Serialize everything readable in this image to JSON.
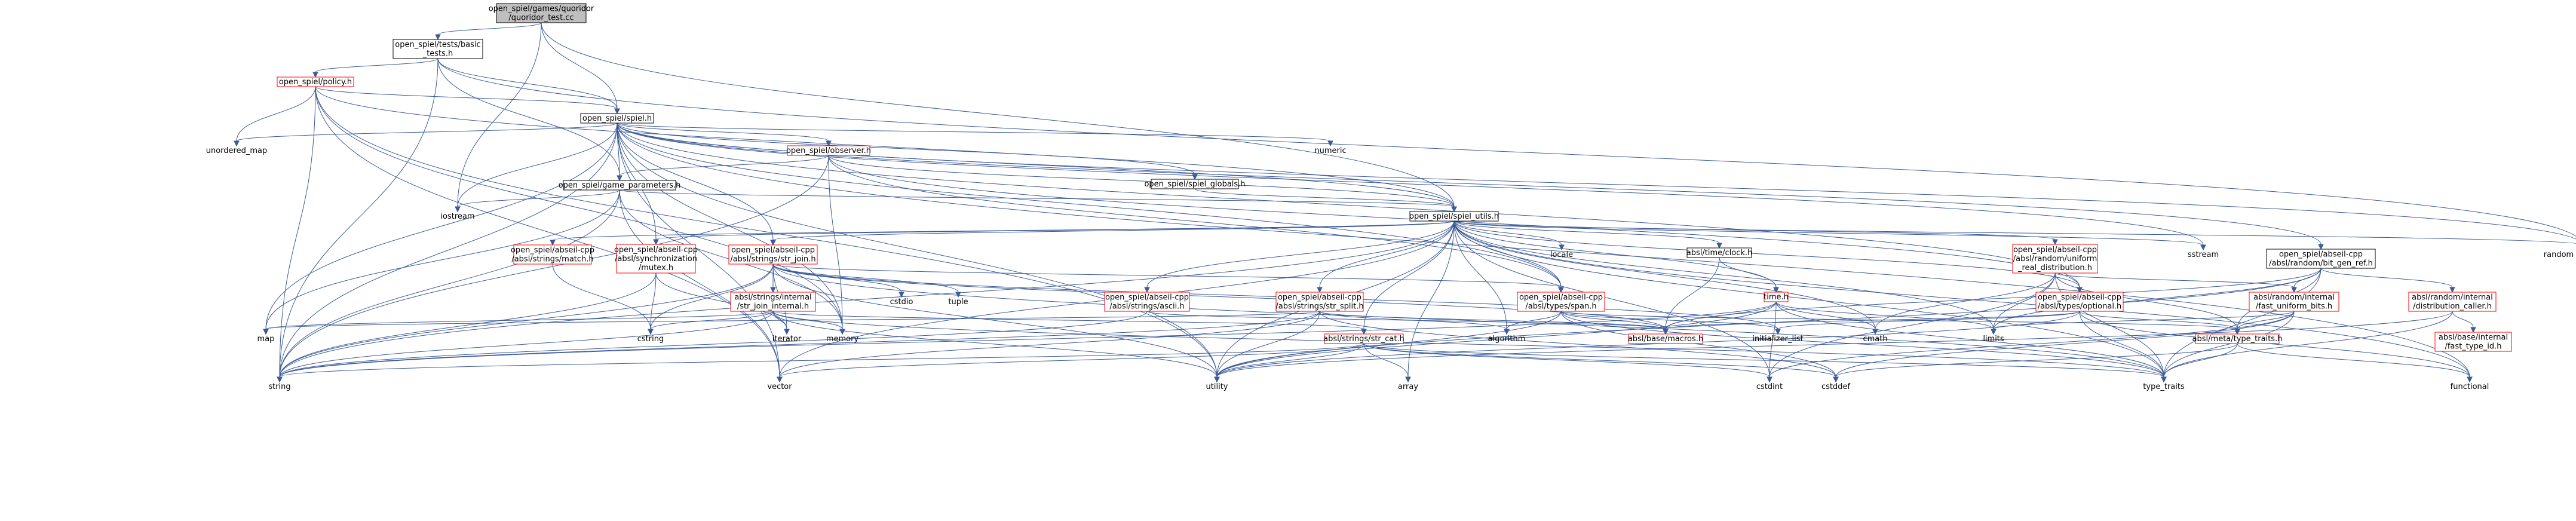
{
  "colors": {
    "edge": "#3d5a99",
    "root_fill": "#bfbfbf",
    "box_stroke_plain": "#000000",
    "box_stroke_incomplete": "#ff0000",
    "box_fill": "#ffffff"
  },
  "nodes": [
    {
      "id": "root",
      "style": "root",
      "lines": [
        "open_spiel/games/quoridor",
        "/quoridor_test.cc"
      ]
    },
    {
      "id": "basic_tests",
      "style": "plain",
      "lines": [
        "open_spiel/tests/basic",
        "_tests.h"
      ]
    },
    {
      "id": "policy",
      "style": "red",
      "lines": [
        "open_spiel/policy.h"
      ]
    },
    {
      "id": "spiel",
      "style": "plain",
      "lines": [
        "open_spiel/spiel.h"
      ]
    },
    {
      "id": "observer",
      "style": "red",
      "lines": [
        "open_spiel/observer.h"
      ]
    },
    {
      "id": "game_parameters",
      "style": "plain",
      "lines": [
        "open_spiel/game_parameters.h"
      ]
    },
    {
      "id": "spiel_globals",
      "style": "plain",
      "lines": [
        "open_spiel/spiel_globals.h"
      ]
    },
    {
      "id": "spiel_utils",
      "style": "plain",
      "lines": [
        "open_spiel/spiel_utils.h"
      ]
    },
    {
      "id": "bit_gen_ref",
      "style": "plain",
      "lines": [
        "open_spiel/abseil-cpp",
        "/absl/random/bit_gen_ref.h"
      ]
    },
    {
      "id": "strings_match",
      "style": "red",
      "lines": [
        "open_spiel/abseil-cpp",
        "/absl/strings/match.h"
      ]
    },
    {
      "id": "sync_mutex",
      "style": "red",
      "lines": [
        "open_spiel/abseil-cpp",
        "/absl/synchronization",
        "/mutex.h"
      ]
    },
    {
      "id": "str_join",
      "style": "red",
      "lines": [
        "open_spiel/abseil-cpp",
        "/absl/strings/str_join.h"
      ]
    },
    {
      "id": "time_clock",
      "style": "plain",
      "lines": [
        "absl/time/clock.h"
      ]
    },
    {
      "id": "uniform_real",
      "style": "red",
      "lines": [
        "open_spiel/abseil-cpp",
        "/absl/random/uniform",
        "_real_distribution.h"
      ]
    },
    {
      "id": "str_join_internal",
      "style": "red",
      "lines": [
        "absl/strings/internal",
        "/str_join_internal.h"
      ]
    },
    {
      "id": "strings_ascii",
      "style": "red",
      "lines": [
        "open_spiel/abseil-cpp",
        "/absl/strings/ascii.h"
      ]
    },
    {
      "id": "str_split",
      "style": "red",
      "lines": [
        "open_spiel/abseil-cpp",
        "/absl/strings/str_split.h"
      ]
    },
    {
      "id": "span",
      "style": "red",
      "lines": [
        "open_spiel/abseil-cpp",
        "/absl/types/span.h"
      ]
    },
    {
      "id": "time_h",
      "style": "red",
      "lines": [
        "time.h"
      ]
    },
    {
      "id": "optional",
      "style": "red",
      "lines": [
        "open_spiel/abseil-cpp",
        "/absl/types/optional.h"
      ]
    },
    {
      "id": "fast_uniform_bits",
      "style": "red",
      "lines": [
        "absl/random/internal",
        "/fast_uniform_bits.h"
      ]
    },
    {
      "id": "distribution_caller",
      "style": "red",
      "lines": [
        "absl/random/internal",
        "/distribution_caller.h"
      ]
    },
    {
      "id": "str_cat",
      "style": "red",
      "lines": [
        "absl/strings/str_cat.h"
      ]
    },
    {
      "id": "macros",
      "style": "red",
      "lines": [
        "absl/base/macros.h"
      ]
    },
    {
      "id": "type_traits_meta",
      "style": "red",
      "lines": [
        "absl/meta/type_traits.h"
      ]
    },
    {
      "id": "fast_type_id",
      "style": "red",
      "lines": [
        "absl/base/internal",
        "/fast_type_id.h"
      ]
    },
    {
      "id": "unordered_map",
      "style": "none",
      "lines": [
        "unordered_map"
      ]
    },
    {
      "id": "numeric",
      "style": "none",
      "lines": [
        "numeric"
      ]
    },
    {
      "id": "iostream",
      "style": "none",
      "lines": [
        "iostream"
      ]
    },
    {
      "id": "locale",
      "style": "none",
      "lines": [
        "locale"
      ]
    },
    {
      "id": "sstream",
      "style": "none",
      "lines": [
        "sstream"
      ]
    },
    {
      "id": "random",
      "style": "none",
      "lines": [
        "random"
      ]
    },
    {
      "id": "cstdio",
      "style": "none",
      "lines": [
        "cstdio"
      ]
    },
    {
      "id": "tuple",
      "style": "none",
      "lines": [
        "tuple"
      ]
    },
    {
      "id": "map",
      "style": "none",
      "lines": [
        "map"
      ]
    },
    {
      "id": "cstring",
      "style": "none",
      "lines": [
        "cstring"
      ]
    },
    {
      "id": "iterator",
      "style": "none",
      "lines": [
        "iterator"
      ]
    },
    {
      "id": "memory",
      "style": "none",
      "lines": [
        "memory"
      ]
    },
    {
      "id": "algorithm",
      "style": "none",
      "lines": [
        "algorithm"
      ]
    },
    {
      "id": "initializer_list",
      "style": "none",
      "lines": [
        "initializer_list"
      ]
    },
    {
      "id": "cmath",
      "style": "none",
      "lines": [
        "cmath"
      ]
    },
    {
      "id": "limits",
      "style": "none",
      "lines": [
        "limits"
      ]
    },
    {
      "id": "string",
      "style": "none",
      "lines": [
        "string"
      ]
    },
    {
      "id": "vector",
      "style": "none",
      "lines": [
        "vector"
      ]
    },
    {
      "id": "utility",
      "style": "none",
      "lines": [
        "utility"
      ]
    },
    {
      "id": "array",
      "style": "none",
      "lines": [
        "array"
      ]
    },
    {
      "id": "cstdint",
      "style": "none",
      "lines": [
        "cstdint"
      ]
    },
    {
      "id": "cstddef",
      "style": "none",
      "lines": [
        "cstddef"
      ]
    },
    {
      "id": "type_traits",
      "style": "none",
      "lines": [
        "type_traits"
      ]
    },
    {
      "id": "functional",
      "style": "none",
      "lines": [
        "functional"
      ]
    }
  ],
  "edges": [
    [
      "root",
      "basic_tests"
    ],
    [
      "root",
      "spiel"
    ],
    [
      "root",
      "spiel_utils"
    ],
    [
      "root",
      "iostream"
    ],
    [
      "basic_tests",
      "policy"
    ],
    [
      "basic_tests",
      "spiel"
    ],
    [
      "basic_tests",
      "string"
    ],
    [
      "basic_tests",
      "random"
    ],
    [
      "basic_tests",
      "game_parameters"
    ],
    [
      "policy",
      "spiel"
    ],
    [
      "policy",
      "spiel_utils"
    ],
    [
      "policy",
      "unordered_map"
    ],
    [
      "policy",
      "string"
    ],
    [
      "policy",
      "vector"
    ],
    [
      "policy",
      "memory"
    ],
    [
      "policy",
      "utility"
    ],
    [
      "spiel",
      "observer"
    ],
    [
      "spiel",
      "game_parameters"
    ],
    [
      "spiel",
      "spiel_globals"
    ],
    [
      "spiel",
      "spiel_utils"
    ],
    [
      "spiel",
      "bit_gen_ref"
    ],
    [
      "spiel",
      "sync_mutex"
    ],
    [
      "spiel",
      "str_join"
    ],
    [
      "spiel",
      "span"
    ],
    [
      "spiel",
      "optional"
    ],
    [
      "spiel",
      "unordered_map"
    ],
    [
      "spiel",
      "numeric"
    ],
    [
      "spiel",
      "iostream"
    ],
    [
      "spiel",
      "map"
    ],
    [
      "spiel",
      "memory"
    ],
    [
      "spiel",
      "random"
    ],
    [
      "spiel",
      "sstream"
    ],
    [
      "spiel",
      "string"
    ],
    [
      "spiel",
      "utility"
    ],
    [
      "spiel",
      "vector"
    ],
    [
      "spiel",
      "functional"
    ],
    [
      "observer",
      "game_parameters"
    ],
    [
      "observer",
      "spiel_utils"
    ],
    [
      "observer",
      "span"
    ],
    [
      "observer",
      "memory"
    ],
    [
      "observer",
      "string"
    ],
    [
      "observer",
      "optional"
    ],
    [
      "game_parameters",
      "spiel_utils"
    ],
    [
      "game_parameters",
      "iostream"
    ],
    [
      "game_parameters",
      "map"
    ],
    [
      "game_parameters",
      "string"
    ],
    [
      "game_parameters",
      "memory"
    ],
    [
      "game_parameters",
      "vector"
    ],
    [
      "spiel_globals",
      "spiel_utils"
    ],
    [
      "spiel_utils",
      "strings_match"
    ],
    [
      "spiel_utils",
      "sync_mutex"
    ],
    [
      "spiel_utils",
      "str_join"
    ],
    [
      "spiel_utils",
      "time_clock"
    ],
    [
      "spiel_utils",
      "uniform_real"
    ],
    [
      "spiel_utils",
      "strings_ascii"
    ],
    [
      "spiel_utils",
      "str_split"
    ],
    [
      "spiel_utils",
      "span"
    ],
    [
      "spiel_utils",
      "optional"
    ],
    [
      "spiel_utils",
      "str_cat"
    ],
    [
      "spiel_utils",
      "time_h"
    ],
    [
      "spiel_utils",
      "locale"
    ],
    [
      "spiel_utils",
      "sstream"
    ],
    [
      "spiel_utils",
      "random"
    ],
    [
      "spiel_utils",
      "algorithm"
    ],
    [
      "spiel_utils",
      "cmath"
    ],
    [
      "spiel_utils",
      "limits"
    ],
    [
      "spiel_utils",
      "string"
    ],
    [
      "spiel_utils",
      "vector"
    ],
    [
      "spiel_utils",
      "utility"
    ],
    [
      "spiel_utils",
      "array"
    ],
    [
      "spiel_utils",
      "cstdint"
    ],
    [
      "spiel_utils",
      "type_traits"
    ],
    [
      "spiel_utils",
      "functional"
    ],
    [
      "bit_gen_ref",
      "fast_uniform_bits"
    ],
    [
      "bit_gen_ref",
      "distribution_caller"
    ],
    [
      "bit_gen_ref",
      "type_traits_meta"
    ],
    [
      "bit_gen_ref",
      "macros"
    ],
    [
      "bit_gen_ref",
      "limits"
    ],
    [
      "bit_gen_ref",
      "type_traits"
    ],
    [
      "bit_gen_ref",
      "utility"
    ],
    [
      "strings_match",
      "cstring"
    ],
    [
      "sync_mutex",
      "iterator"
    ],
    [
      "sync_mutex",
      "string"
    ],
    [
      "sync_mutex",
      "cstring"
    ],
    [
      "str_join",
      "str_join_internal"
    ],
    [
      "str_join",
      "macros"
    ],
    [
      "str_join",
      "span"
    ],
    [
      "str_join",
      "cstdio"
    ],
    [
      "str_join",
      "tuple"
    ],
    [
      "str_join",
      "initializer_list"
    ],
    [
      "str_join",
      "iterator"
    ],
    [
      "str_join",
      "string"
    ],
    [
      "str_join",
      "type_traits"
    ],
    [
      "str_join",
      "utility"
    ],
    [
      "str_join",
      "cstring"
    ],
    [
      "time_clock",
      "time_h"
    ],
    [
      "time_clock",
      "macros"
    ],
    [
      "uniform_real",
      "fast_uniform_bits"
    ],
    [
      "uniform_real",
      "type_traits_meta"
    ],
    [
      "uniform_real",
      "cmath"
    ],
    [
      "uniform_real",
      "limits"
    ],
    [
      "uniform_real",
      "cstdint"
    ],
    [
      "uniform_real",
      "type_traits"
    ],
    [
      "str_join_internal",
      "str_cat"
    ],
    [
      "str_join_internal",
      "iterator"
    ],
    [
      "str_join_internal",
      "map"
    ],
    [
      "str_join_internal",
      "cstring"
    ],
    [
      "str_join_internal",
      "memory"
    ],
    [
      "str_join_internal",
      "string"
    ],
    [
      "str_join_internal",
      "type_traits"
    ],
    [
      "str_join_internal",
      "utility"
    ],
    [
      "strings_ascii",
      "string"
    ],
    [
      "strings_ascii",
      "macros"
    ],
    [
      "str_split",
      "algorithm"
    ],
    [
      "str_split",
      "cstddef"
    ],
    [
      "str_split",
      "map"
    ],
    [
      "str_split",
      "string"
    ],
    [
      "str_split",
      "utility"
    ],
    [
      "str_split",
      "vector"
    ],
    [
      "str_split",
      "macros"
    ],
    [
      "span",
      "macros"
    ],
    [
      "span",
      "type_traits_meta"
    ],
    [
      "span",
      "algorithm"
    ],
    [
      "span",
      "cstddef"
    ],
    [
      "span",
      "initializer_list"
    ],
    [
      "span",
      "type_traits"
    ],
    [
      "span",
      "utility"
    ],
    [
      "time_h",
      "macros"
    ],
    [
      "time_h",
      "cmath"
    ],
    [
      "time_h",
      "cstdint"
    ],
    [
      "time_h",
      "limits"
    ],
    [
      "time_h",
      "string"
    ],
    [
      "time_h",
      "utility"
    ],
    [
      "time_h",
      "type_traits"
    ],
    [
      "optional",
      "macros"
    ],
    [
      "optional",
      "type_traits_meta"
    ],
    [
      "optional",
      "utility"
    ],
    [
      "optional",
      "type_traits"
    ],
    [
      "optional",
      "initializer_list"
    ],
    [
      "optional",
      "functional"
    ],
    [
      "fast_uniform_bits",
      "type_traits_meta"
    ],
    [
      "fast_uniform_bits",
      "cstddef"
    ],
    [
      "fast_uniform_bits",
      "cstdint"
    ],
    [
      "fast_uniform_bits",
      "limits"
    ],
    [
      "fast_uniform_bits",
      "type_traits"
    ],
    [
      "distribution_caller",
      "fast_type_id"
    ],
    [
      "distribution_caller",
      "type_traits"
    ],
    [
      "distribution_caller",
      "utility"
    ],
    [
      "str_cat",
      "array"
    ],
    [
      "str_cat",
      "cstdint"
    ],
    [
      "str_cat",
      "string"
    ],
    [
      "str_cat",
      "type_traits"
    ],
    [
      "str_cat",
      "utility"
    ],
    [
      "str_cat",
      "vector"
    ],
    [
      "str_cat",
      "cstddef"
    ],
    [
      "type_traits_meta",
      "cstddef"
    ],
    [
      "type_traits_meta",
      "functional"
    ],
    [
      "type_traits_meta",
      "type_traits"
    ]
  ]
}
